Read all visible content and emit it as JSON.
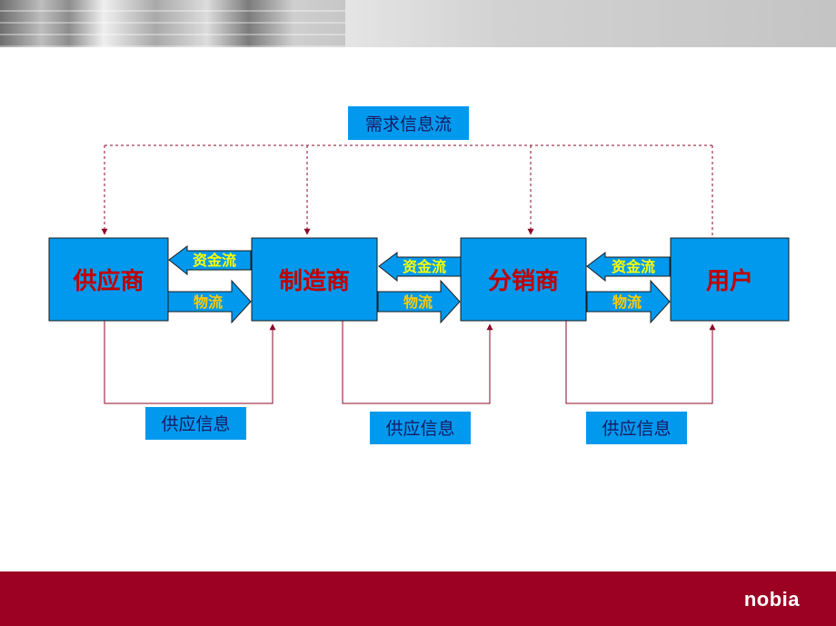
{
  "diagram": {
    "demand_info_label": "需求信息流",
    "nodes": [
      "供应商",
      "制造商",
      "分销商",
      "用户"
    ],
    "money_flow_label": "资金流",
    "goods_flow_label": "物流",
    "supply_info_label": "供应信息"
  },
  "colors": {
    "node_fill": "#0099ee",
    "label_fill": "#0099ee",
    "connector": "#8b0a2a",
    "footer": "#9c0022"
  },
  "footer": {
    "brand": "nobia"
  }
}
